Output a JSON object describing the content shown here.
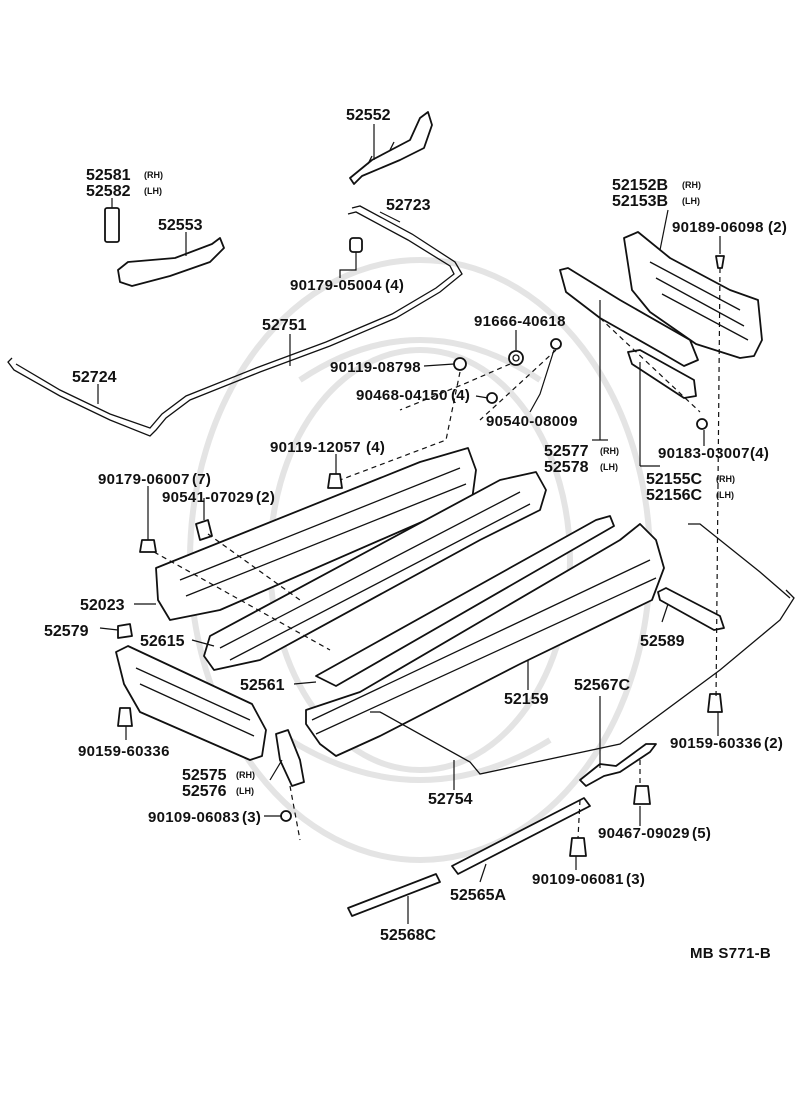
{
  "diagram": {
    "ref_code": "MB S771-B",
    "parts": [
      {
        "key": "p52552",
        "number": "52552",
        "suffix": ""
      },
      {
        "key": "p52581",
        "number": "52581",
        "suffix": "(RH)"
      },
      {
        "key": "p52582",
        "number": "52582",
        "suffix": "(LH)"
      },
      {
        "key": "p52553",
        "number": "52553",
        "suffix": ""
      },
      {
        "key": "p52723",
        "number": "52723",
        "suffix": ""
      },
      {
        "key": "p90179_05004",
        "number": "90179-05004",
        "suffix": "(4)"
      },
      {
        "key": "p52751",
        "number": "52751",
        "suffix": ""
      },
      {
        "key": "p52724",
        "number": "52724",
        "suffix": ""
      },
      {
        "key": "p90119_08798",
        "number": "90119-08798",
        "suffix": ""
      },
      {
        "key": "p91666_40618",
        "number": "91666-40618",
        "suffix": ""
      },
      {
        "key": "p90468_04150",
        "number": "90468-04150",
        "suffix": "(4)"
      },
      {
        "key": "p90540_08009",
        "number": "90540-08009",
        "suffix": ""
      },
      {
        "key": "p52152B",
        "number": "52152B",
        "suffix": "(RH)"
      },
      {
        "key": "p52153B",
        "number": "52153B",
        "suffix": "(LH)"
      },
      {
        "key": "p90189_06098",
        "number": "90189-06098",
        "suffix": "(2)"
      },
      {
        "key": "p90119_12057",
        "number": "90119-12057",
        "suffix": "(4)"
      },
      {
        "key": "p52577",
        "number": "52577",
        "suffix": "(RH)"
      },
      {
        "key": "p52578",
        "number": "52578",
        "suffix": "(LH)"
      },
      {
        "key": "p90183_03007",
        "number": "90183-03007",
        "suffix": "(4)"
      },
      {
        "key": "p52155C",
        "number": "52155C",
        "suffix": "(RH)"
      },
      {
        "key": "p52156C",
        "number": "52156C",
        "suffix": "(LH)"
      },
      {
        "key": "p90179_06007",
        "number": "90179-06007",
        "suffix": "(7)"
      },
      {
        "key": "p90541_07029",
        "number": "90541-07029",
        "suffix": "(2)"
      },
      {
        "key": "p52023",
        "number": "52023",
        "suffix": ""
      },
      {
        "key": "p52579",
        "number": "52579",
        "suffix": ""
      },
      {
        "key": "p52615",
        "number": "52615",
        "suffix": ""
      },
      {
        "key": "p52589",
        "number": "52589",
        "suffix": ""
      },
      {
        "key": "p52561",
        "number": "52561",
        "suffix": ""
      },
      {
        "key": "p52159",
        "number": "52159",
        "suffix": ""
      },
      {
        "key": "p52567C",
        "number": "52567C",
        "suffix": ""
      },
      {
        "key": "p90159_60336_l",
        "number": "90159-60336",
        "suffix": ""
      },
      {
        "key": "p90159_60336_r",
        "number": "90159-60336",
        "suffix": "(2)"
      },
      {
        "key": "p52575",
        "number": "52575",
        "suffix": "(RH)"
      },
      {
        "key": "p52576",
        "number": "52576",
        "suffix": "(LH)"
      },
      {
        "key": "p52754",
        "number": "52754",
        "suffix": ""
      },
      {
        "key": "p90467_09029",
        "number": "90467-09029",
        "suffix": "(5)"
      },
      {
        "key": "p90109_06083",
        "number": "90109-06083",
        "suffix": "(3)"
      },
      {
        "key": "p90109_06081",
        "number": "90109-06081",
        "suffix": "(3)"
      },
      {
        "key": "p52565A",
        "number": "52565A",
        "suffix": ""
      },
      {
        "key": "p52568C",
        "number": "52568C",
        "suffix": ""
      }
    ]
  }
}
